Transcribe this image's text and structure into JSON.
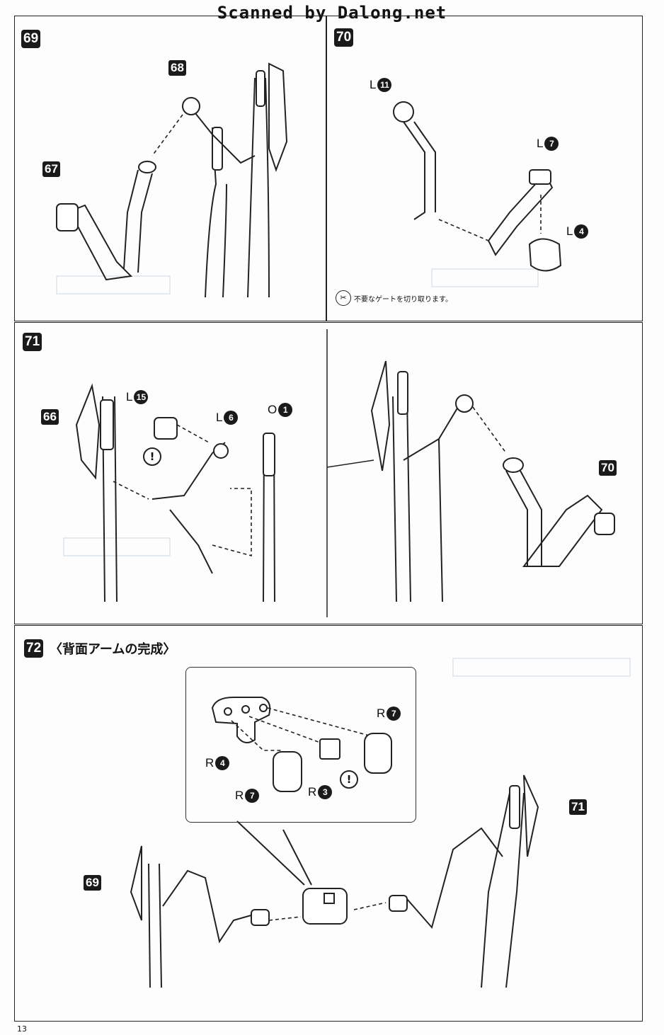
{
  "header": "Scanned by Dalong.net",
  "steps": {
    "s69": {
      "num": "69",
      "callouts": [
        "68",
        "67"
      ]
    },
    "s70": {
      "num": "70",
      "parts": [
        {
          "letter": "L",
          "num": "11"
        },
        {
          "letter": "L",
          "num": "7"
        },
        {
          "letter": "L",
          "num": "4"
        }
      ],
      "note": "不要なゲートを切り取ります。",
      "note_icon": "nipper-icon"
    },
    "s71": {
      "num": "71",
      "callouts": [
        "66",
        "70"
      ],
      "parts": [
        {
          "letter": "L",
          "num": "15"
        },
        {
          "letter": "L",
          "num": "6"
        },
        {
          "letter": "O",
          "num": "1"
        }
      ],
      "warning": "!"
    },
    "s72": {
      "num": "72",
      "title": "〈背面アームの完成〉",
      "callouts": [
        "69",
        "71"
      ],
      "parts": [
        {
          "letter": "R",
          "num": "7"
        },
        {
          "letter": "R",
          "num": "4"
        },
        {
          "letter": "R",
          "num": "7"
        },
        {
          "letter": "R",
          "num": "3"
        }
      ],
      "warning": "!"
    }
  },
  "page_number": "13"
}
